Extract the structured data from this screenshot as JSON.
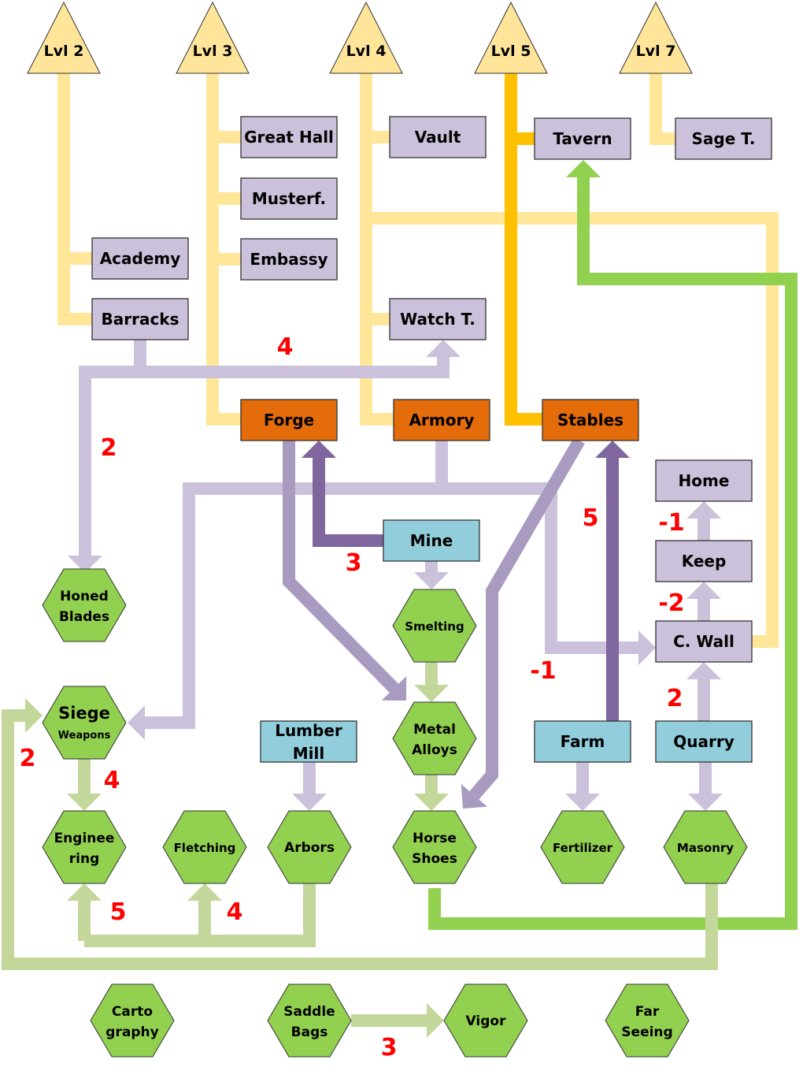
{
  "colors": {
    "level_triangle": "#fee599",
    "building_box": "#ccc1da",
    "forge_box": "#e46c0a",
    "resource_box": "#92cddc",
    "tech_hex": "#92d050",
    "path_yellow": "#ffe699",
    "path_gold": "#ffc000",
    "path_lavender": "#ccc1da",
    "path_purple_mid": "#a99bc0",
    "path_purple_dark": "#7f669e",
    "path_green_light": "#c4d79b",
    "path_green_bright": "#92d050",
    "cost_text": "#ff0000"
  },
  "levels": [
    {
      "id": "lvl2",
      "label": "Lvl 2"
    },
    {
      "id": "lvl3",
      "label": "Lvl 3"
    },
    {
      "id": "lvl4",
      "label": "Lvl 4"
    },
    {
      "id": "lvl5",
      "label": "Lvl 5"
    },
    {
      "id": "lvl7",
      "label": "Lvl 7"
    }
  ],
  "buildings": [
    {
      "id": "great-hall",
      "lines": [
        "Great Hall"
      ],
      "kind": "building"
    },
    {
      "id": "vault",
      "lines": [
        "Vault"
      ],
      "kind": "building"
    },
    {
      "id": "tavern",
      "lines": [
        "Tavern"
      ],
      "kind": "building"
    },
    {
      "id": "sage-tower",
      "lines": [
        "Sage T."
      ],
      "kind": "building"
    },
    {
      "id": "musterfield",
      "lines": [
        "Musterf."
      ],
      "kind": "building"
    },
    {
      "id": "academy",
      "lines": [
        "Academy"
      ],
      "kind": "building"
    },
    {
      "id": "embassy",
      "lines": [
        "Embassy"
      ],
      "kind": "building"
    },
    {
      "id": "barracks",
      "lines": [
        "Barracks"
      ],
      "kind": "building"
    },
    {
      "id": "watch-tower",
      "lines": [
        "Watch T."
      ],
      "kind": "building"
    },
    {
      "id": "forge",
      "lines": [
        "Forge"
      ],
      "kind": "workshop"
    },
    {
      "id": "armory",
      "lines": [
        "Armory"
      ],
      "kind": "workshop"
    },
    {
      "id": "stables",
      "lines": [
        "Stables"
      ],
      "kind": "workshop"
    },
    {
      "id": "home",
      "lines": [
        "Home"
      ],
      "kind": "building"
    },
    {
      "id": "mine",
      "lines": [
        "Mine"
      ],
      "kind": "resource"
    },
    {
      "id": "keep",
      "lines": [
        "Keep"
      ],
      "kind": "building"
    },
    {
      "id": "city-wall",
      "lines": [
        "C. Wall"
      ],
      "kind": "building"
    },
    {
      "id": "lumber-mill",
      "lines": [
        "Lumber",
        "Mill"
      ],
      "kind": "resource"
    },
    {
      "id": "farm",
      "lines": [
        "Farm"
      ],
      "kind": "resource"
    },
    {
      "id": "quarry",
      "lines": [
        "Quarry"
      ],
      "kind": "resource"
    }
  ],
  "techs": [
    {
      "id": "honed-blades",
      "lines": [
        "Honed",
        "Blades"
      ]
    },
    {
      "id": "smelting",
      "lines": [
        "Smelting"
      ]
    },
    {
      "id": "siege-weapons",
      "lines": [
        "Siege",
        "Weapons"
      ]
    },
    {
      "id": "metal-alloys",
      "lines": [
        "Metal",
        "Alloys"
      ]
    },
    {
      "id": "engineering",
      "lines": [
        "Enginee",
        "ring"
      ]
    },
    {
      "id": "fletching",
      "lines": [
        "Fletching"
      ]
    },
    {
      "id": "arbors",
      "lines": [
        "Arbors"
      ]
    },
    {
      "id": "horse-shoes",
      "lines": [
        "Horse",
        "Shoes"
      ]
    },
    {
      "id": "fertilizer",
      "lines": [
        "Fertilizer"
      ]
    },
    {
      "id": "masonry",
      "lines": [
        "Masonry"
      ]
    },
    {
      "id": "cartography",
      "lines": [
        "Carto",
        "graphy"
      ]
    },
    {
      "id": "saddle-bags",
      "lines": [
        "Saddle",
        "Bags"
      ]
    },
    {
      "id": "vigor",
      "lines": [
        "Vigor"
      ]
    },
    {
      "id": "far-seeing",
      "lines": [
        "Far",
        "Seeing"
      ]
    }
  ],
  "costs": [
    {
      "id": "barracks-to-watch-tower",
      "value": "4"
    },
    {
      "id": "barracks-to-honed-blades",
      "value": "2"
    },
    {
      "id": "mine-to-forge",
      "value": "3"
    },
    {
      "id": "farm-to-stables",
      "value": "5"
    },
    {
      "id": "keep-to-home",
      "value": "-1"
    },
    {
      "id": "wall-to-keep",
      "value": "-2"
    },
    {
      "id": "armory-to-wall",
      "value": "-1"
    },
    {
      "id": "quarry-to-wall",
      "value": "2"
    },
    {
      "id": "masonry-to-siege",
      "value": "2"
    },
    {
      "id": "siege-to-engineering",
      "value": "4"
    },
    {
      "id": "arbors-to-engineering",
      "value": "5"
    },
    {
      "id": "arbors-to-fletching",
      "value": "4"
    },
    {
      "id": "saddle-to-vigor",
      "value": "3"
    }
  ]
}
